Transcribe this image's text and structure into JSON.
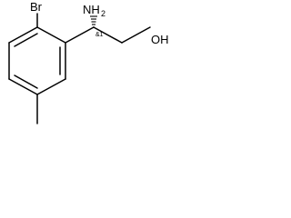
{
  "molecule": {
    "atoms": {
      "bromine": "Br",
      "amino_main": "NH",
      "amino_sub": "2",
      "hydroxyl": "OH"
    },
    "stereo_label": "&1"
  }
}
